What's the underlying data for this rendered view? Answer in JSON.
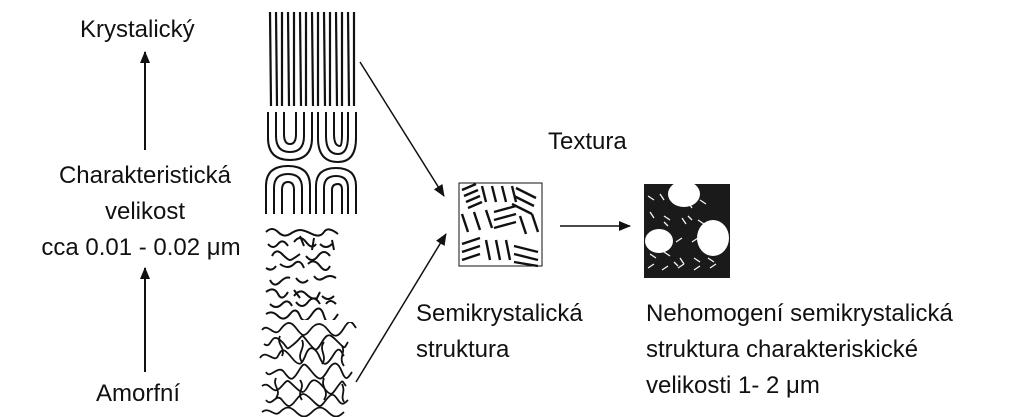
{
  "labels": {
    "crystalline": "Krystalický",
    "char_size_line1": "Charakteristická",
    "char_size_line2": "velikost",
    "char_size_line3": "cca 0.01 - 0.02 μm",
    "amorphous": "Amorfní",
    "texture": "Textura",
    "semi_line1": "Semikrystalická",
    "semi_line2": "struktura",
    "nonhomo_line1": "Nehomogení semikrystalická",
    "nonhomo_line2": "struktura charakteriskické",
    "nonhomo_line3": "velikosti 1- 2 μm"
  }
}
